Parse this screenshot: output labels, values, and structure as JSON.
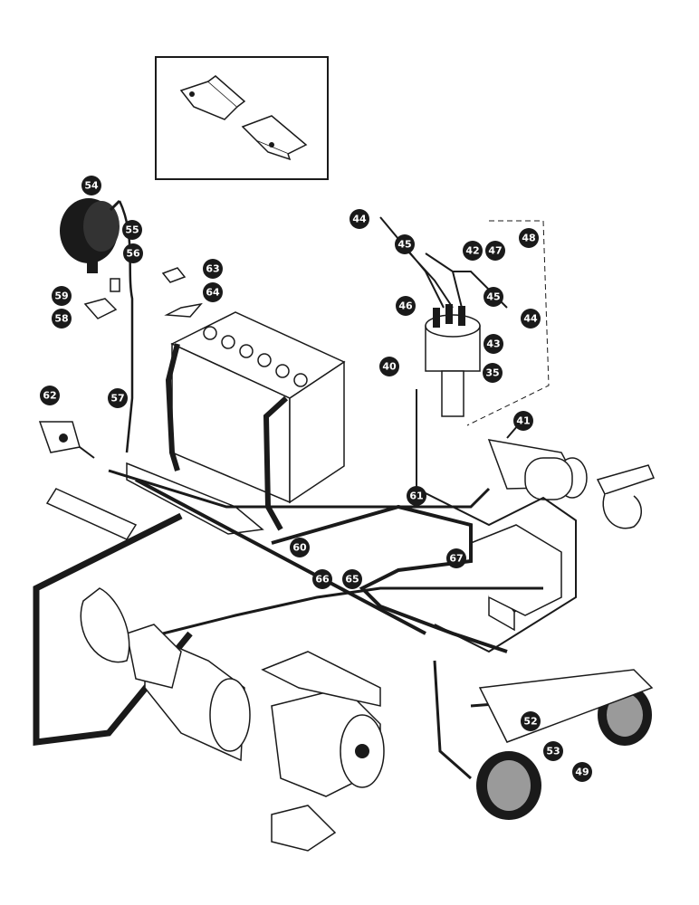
{
  "callouts": [
    {
      "id": "35",
      "label": "35"
    },
    {
      "id": "40",
      "label": "40"
    },
    {
      "id": "41",
      "label": "41"
    },
    {
      "id": "42",
      "label": "42"
    },
    {
      "id": "43",
      "label": "43"
    },
    {
      "id": "44a",
      "label": "44"
    },
    {
      "id": "44b",
      "label": "44"
    },
    {
      "id": "45a",
      "label": "45"
    },
    {
      "id": "45b",
      "label": "45"
    },
    {
      "id": "46",
      "label": "46"
    },
    {
      "id": "47",
      "label": "47"
    },
    {
      "id": "48",
      "label": "48"
    },
    {
      "id": "49",
      "label": "49"
    },
    {
      "id": "52",
      "label": "52"
    },
    {
      "id": "53",
      "label": "53"
    },
    {
      "id": "54",
      "label": "54"
    },
    {
      "id": "55",
      "label": "55"
    },
    {
      "id": "56",
      "label": "56"
    },
    {
      "id": "57",
      "label": "57"
    },
    {
      "id": "58",
      "label": "58"
    },
    {
      "id": "59",
      "label": "59"
    },
    {
      "id": "60",
      "label": "60"
    },
    {
      "id": "61",
      "label": "61"
    },
    {
      "id": "62",
      "label": "62"
    },
    {
      "id": "63",
      "label": "63"
    },
    {
      "id": "64",
      "label": "64"
    },
    {
      "id": "65",
      "label": "65"
    },
    {
      "id": "66",
      "label": "66"
    },
    {
      "id": "67",
      "label": "67"
    }
  ]
}
